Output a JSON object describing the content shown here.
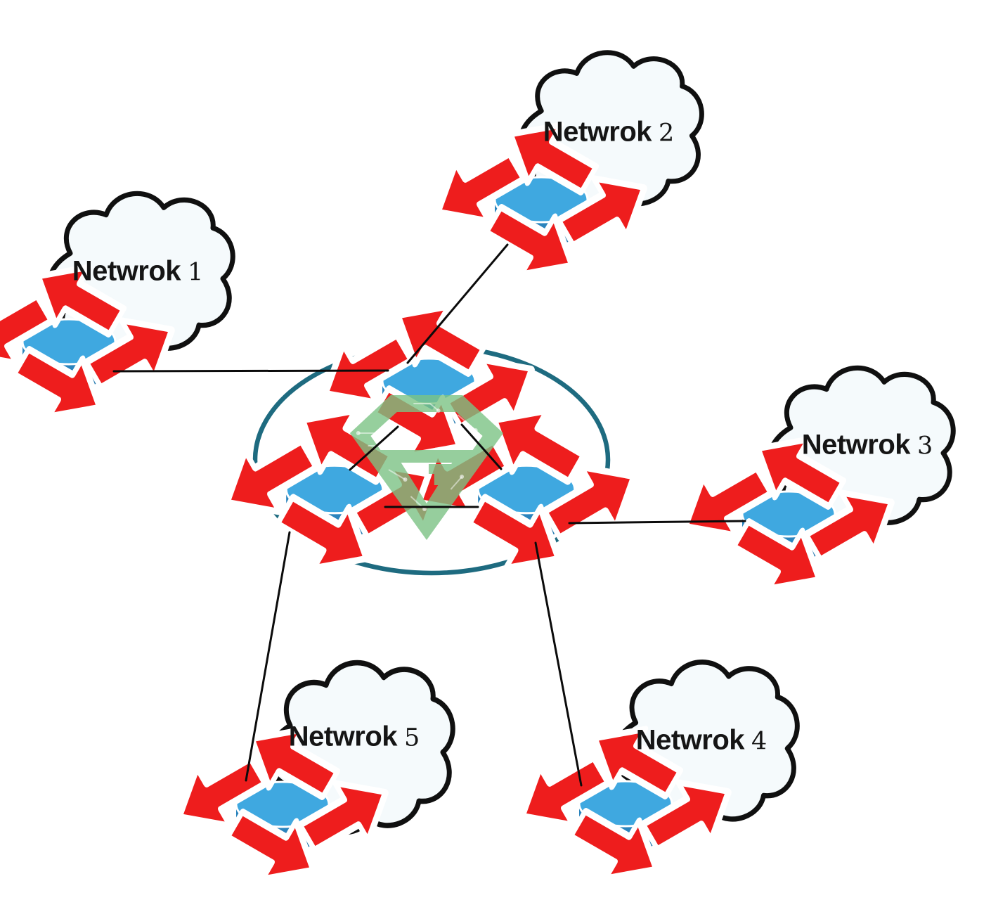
{
  "clouds": [
    {
      "word": "Netwrok",
      "number": "1"
    },
    {
      "word": "Netwrok",
      "number": "2"
    },
    {
      "word": "Netwrok",
      "number": "3"
    },
    {
      "word": "Netwrok",
      "number": "4"
    },
    {
      "word": "Netwrok",
      "number": "5"
    }
  ],
  "icons": {
    "router": "cisco-router-icon",
    "cloud": "network-cloud-icon",
    "watermark": "green-circuit-gem-logo"
  },
  "colors": {
    "router-top": "#3fa8e0",
    "router-side": "#2b84bd",
    "arrow-red": "#ee1d1d",
    "cloud-fill": "#f5fafc",
    "cloud-stroke": "#101010",
    "ellipse-stroke": "#1e6b80",
    "line": "#0b0b0b",
    "wm-green": "#7cc385",
    "label": "#151515",
    "bg": "#ffffff"
  }
}
